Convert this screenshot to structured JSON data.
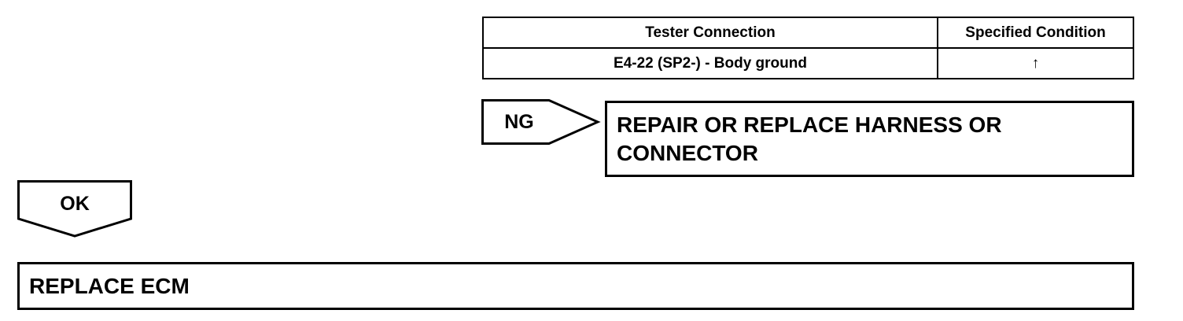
{
  "table": {
    "headers": [
      "Tester Connection",
      "Specified Condition"
    ],
    "rows": [
      [
        "E4-22 (SP2-) - Body ground",
        "↑"
      ]
    ]
  },
  "ng_branch": {
    "label": "NG",
    "result": "REPAIR OR REPLACE HARNESS OR CONNECTOR"
  },
  "ok_branch": {
    "label": "OK",
    "result": "REPLACE ECM"
  }
}
